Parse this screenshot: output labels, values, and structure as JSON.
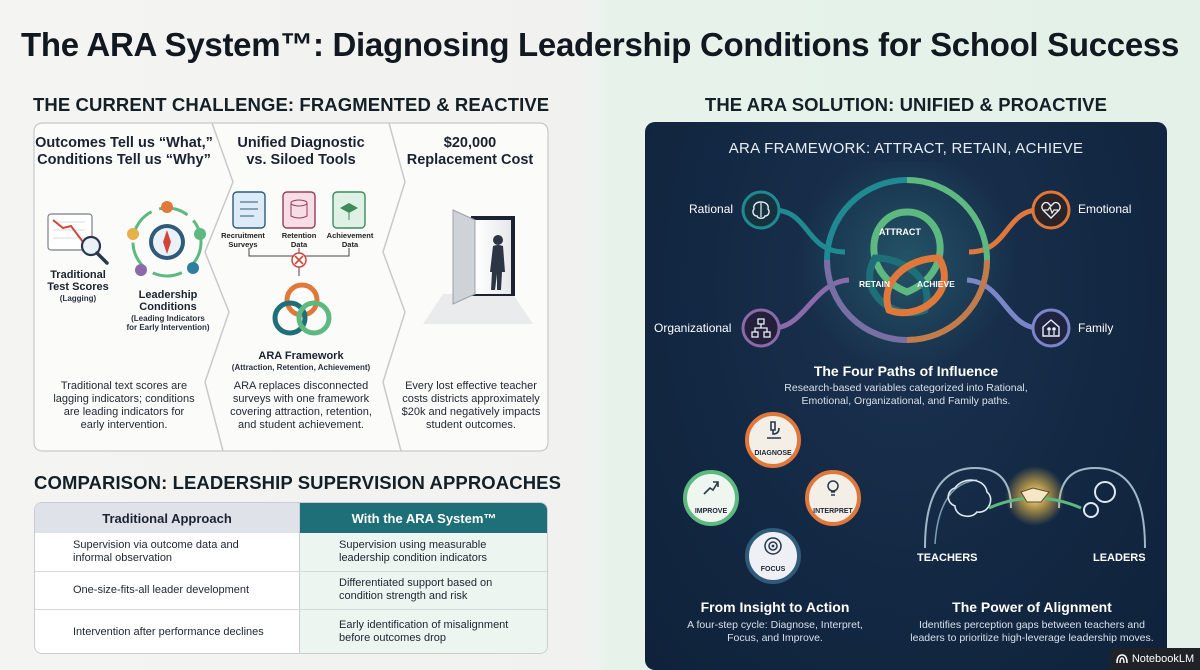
{
  "title": "The ARA System™: Diagnosing Leadership Conditions for School Success",
  "left": {
    "heading": "THE CURRENT CHALLENGE: FRAGMENTED & REACTIVE",
    "col1": {
      "title_line1": "Outcomes Tell us “What,”",
      "title_line2": "Conditions Tell us “Why”",
      "icon1_label_line1": "Traditional",
      "icon1_label_line2": "Test Scores",
      "icon1_sub": "(Lagging)",
      "icon2_label_line1": "Leadership",
      "icon2_label_line2": "Conditions",
      "icon2_sub_line1": "(Leading Indicators",
      "icon2_sub_line2": "for Early Intervention)",
      "desc_line1": "Traditional text scores are",
      "desc_line2": "lagging indicators; conditions",
      "desc_line3": "are leading indicators for",
      "desc_line4": "early intervention."
    },
    "col2": {
      "title_line1": "Unified Diagnostic",
      "title_line2": "vs. Siloed Tools",
      "tool1_line1": "Recruitment",
      "tool1_line2": "Surveys",
      "tool2_line1": "Retention",
      "tool2_line2": "Data",
      "tool3_line1": "Achievement",
      "tool3_line2": "Data",
      "framework_label": "ARA Framework",
      "framework_sub": "(Attraction, Retention, Achievement)",
      "desc_line1": "ARA replaces disconnected",
      "desc_line2": "surveys with one framework",
      "desc_line3": "covering attraction, retention,",
      "desc_line4": "and student achievement."
    },
    "col3": {
      "title_line1": "$20,000",
      "title_line2": "Replacement Cost",
      "desc_line1": "Every lost effective teacher",
      "desc_line2": "costs districts approximately",
      "desc_line3": "$20k and negatively impacts",
      "desc_line4": "student outcomes."
    },
    "comparison_heading": "COMPARISON: LEADERSHIP SUPERVISION APPROACHES",
    "table": {
      "headers": [
        "Traditional Approach",
        "With the ARA System™"
      ],
      "rows": [
        {
          "traditional_line1": "Supervision via outcome data and",
          "traditional_line2": "informal observation",
          "ara_line1": "Supervision using measurable",
          "ara_line2": "leadership condition indicators"
        },
        {
          "traditional_line1": "One-size-fits-all leader development",
          "traditional_line2": "",
          "ara_line1": "Differentiated support based on",
          "ara_line2": "condition strength and risk"
        },
        {
          "traditional_line1": "Intervention after performance declines",
          "traditional_line2": "",
          "ara_line1": "Early identification of misalignment",
          "ara_line2": "before outcomes drop"
        }
      ]
    }
  },
  "right": {
    "heading": "THE ARA SOLUTION: UNIFIED & PROACTIVE",
    "framework_title": "ARA FRAMEWORK: ATTRACT, RETAIN, ACHIEVE",
    "core": [
      "ATTRACT",
      "RETAIN",
      "ACHIEVE"
    ],
    "paths": {
      "rational": "Rational",
      "emotional": "Emotional",
      "organizational": "Organizational",
      "family": "Family"
    },
    "four_paths_title": "The Four Paths of Influence",
    "four_paths_desc_line1": "Research-based variables categorized into Rational,",
    "four_paths_desc_line2": "Emotional, Organizational, and Family paths.",
    "cycle": {
      "diagnose": "DIAGNOSE",
      "interpret": "INTERPRET",
      "focus": "FOCUS",
      "improve": "IMPROVE"
    },
    "insight_title": "From Insight to Action",
    "insight_desc_line1": "A four-step cycle: Diagnose, Interpret,",
    "insight_desc_line2": "Focus, and Improve.",
    "alignment": {
      "teachers": "TEACHERS",
      "leaders": "LEADERS"
    },
    "alignment_title": "The Power of Alignment",
    "alignment_desc_line1": "Identifies perception gaps between teachers and",
    "alignment_desc_line2": "leaders to prioritize high-leverage leadership moves."
  },
  "badge": "NotebookLM",
  "colors": {
    "teal": "#1f6f78",
    "green": "#5db97f",
    "orange": "#e0783c",
    "purple": "#8a6aa8",
    "navy": "#132843"
  }
}
